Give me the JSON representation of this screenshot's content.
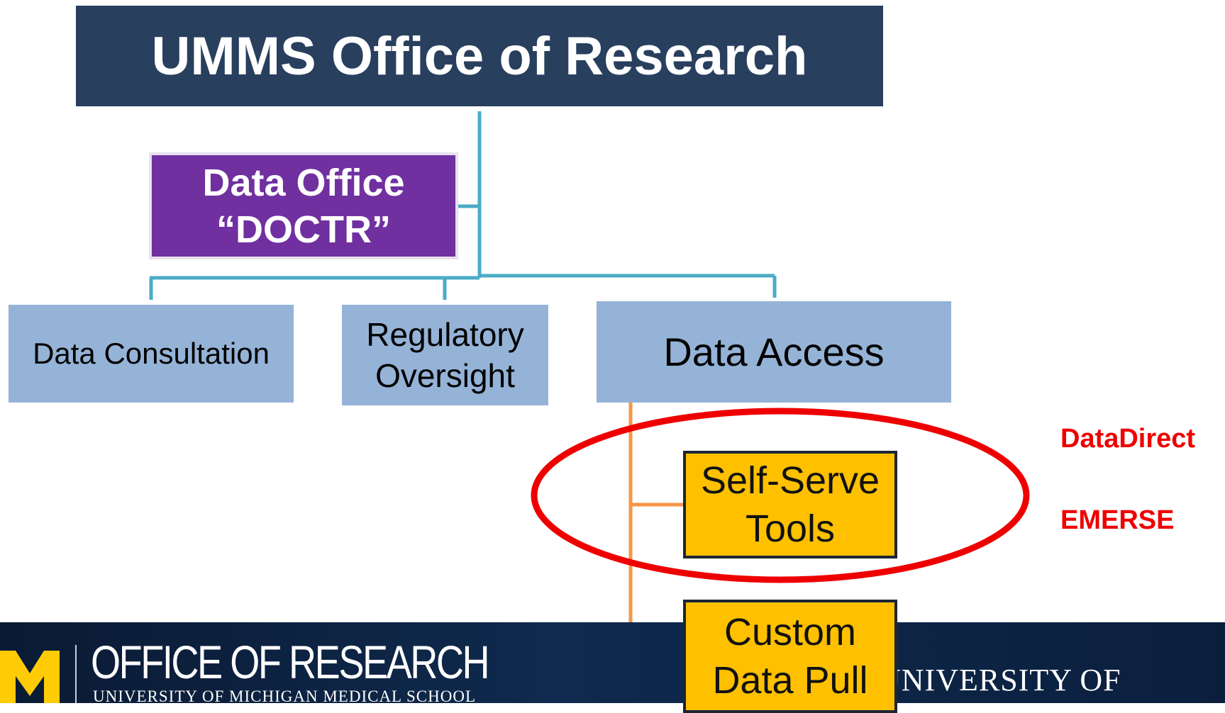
{
  "title": "UMMS Office of Research",
  "data_office": "Data Office\n“DOCTR”",
  "branches": {
    "consultation": "Data Consultation",
    "regulatory": "Regulatory\nOversight",
    "access": "Data Access"
  },
  "access_options": {
    "self_serve": "Self-Serve\nTools",
    "custom": "Custom\nData Pull"
  },
  "self_serve_tools": [
    "DataDirect",
    "EMERSE"
  ],
  "footer": {
    "office": "OFFICE OF RESEARCH",
    "school": "UNIVERSITY OF MICHIGAN MEDICAL SCHOOL",
    "university": "UNIVERSITY OF MICHIGAN"
  },
  "colors": {
    "title_bg": "#283f5e",
    "doctr_bg": "#7030a0",
    "branch_bg": "#95b3d7",
    "option_bg": "#ffc000",
    "connector_blue": "#4bacc6",
    "connector_orange": "#f79646",
    "highlight_red": "#ee0000",
    "maize": "#ffcb05"
  }
}
